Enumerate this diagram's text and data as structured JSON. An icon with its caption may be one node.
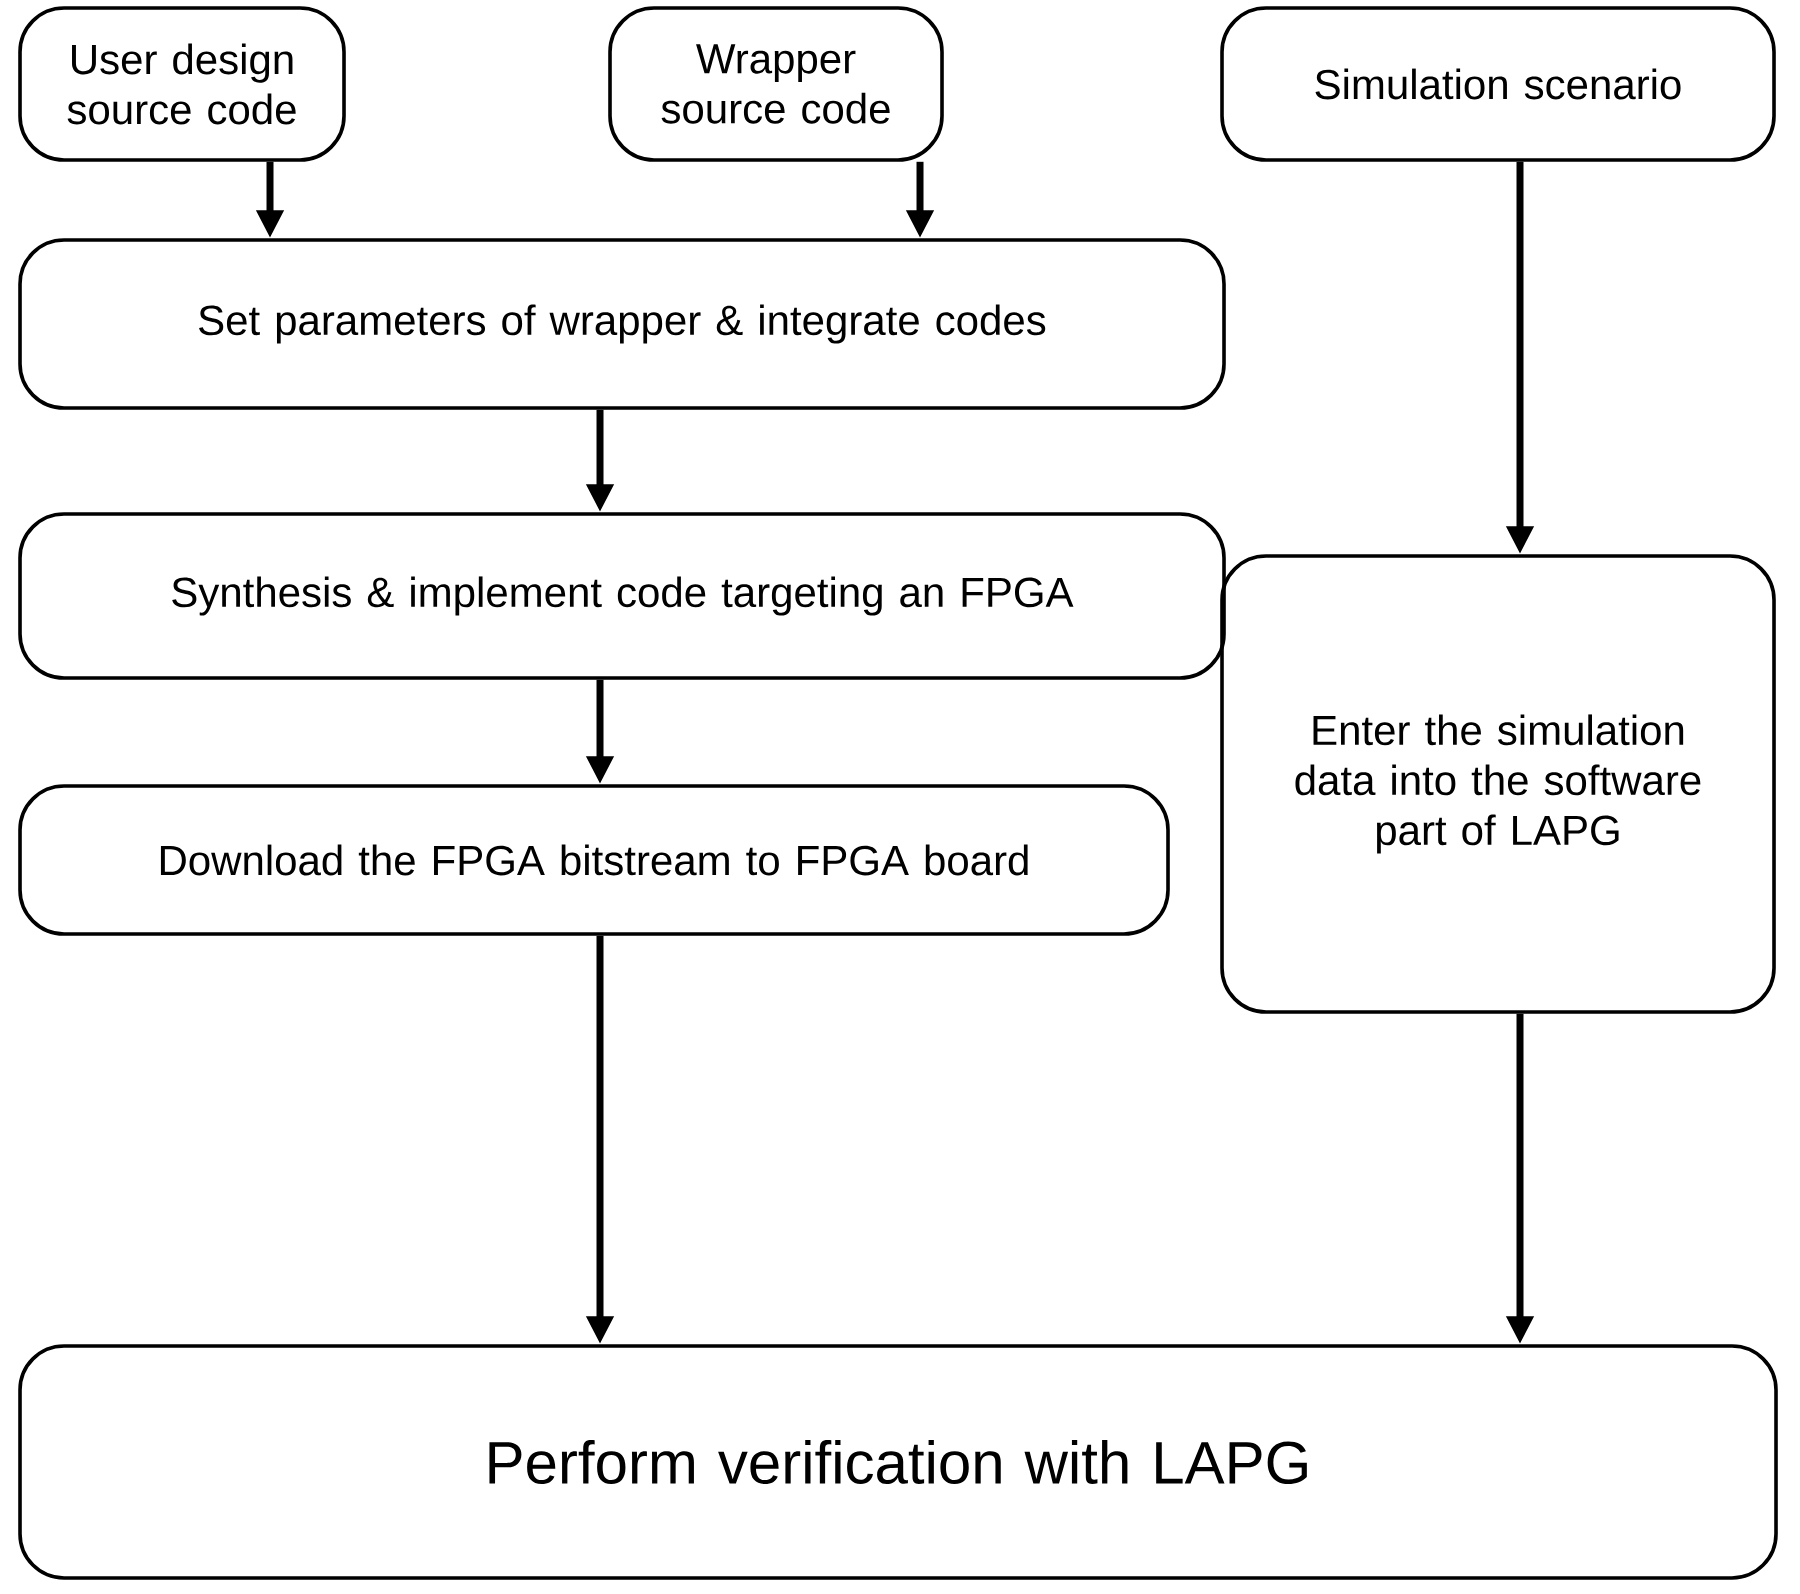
{
  "diagram": {
    "nodes": [
      {
        "text": [
          "User design source code"
        ]
      },
      {
        "text": [
          "Wrapper source code"
        ]
      },
      {
        "text": [
          "Simulation scenario"
        ]
      },
      {
        "text": [
          "Set parameters of wrapper & integrate codes"
        ]
      },
      {
        "text": [
          "Synthesis & implement code targeting an FPGA"
        ]
      },
      {
        "text": [
          "Enter the simulation data into the software part of LAPG"
        ]
      },
      {
        "text": [
          "Download the FPGA bitstream to FPGA board"
        ]
      },
      {
        "text": [
          "Perform verification with LAPG"
        ]
      }
    ],
    "edges": [
      {
        "from": 0,
        "to": 3,
        "arrow": "to"
      },
      {
        "from": 1,
        "to": 3,
        "arrow": "to"
      },
      {
        "from": 2,
        "to": 5,
        "arrow": "to"
      },
      {
        "from": 3,
        "to": 4,
        "arrow": "to"
      },
      {
        "from": 4,
        "to": 6,
        "arrow": "to"
      },
      {
        "from": 5,
        "to": 7,
        "arrow": "to"
      },
      {
        "from": 6,
        "to": 7,
        "arrow": "to"
      }
    ]
  }
}
